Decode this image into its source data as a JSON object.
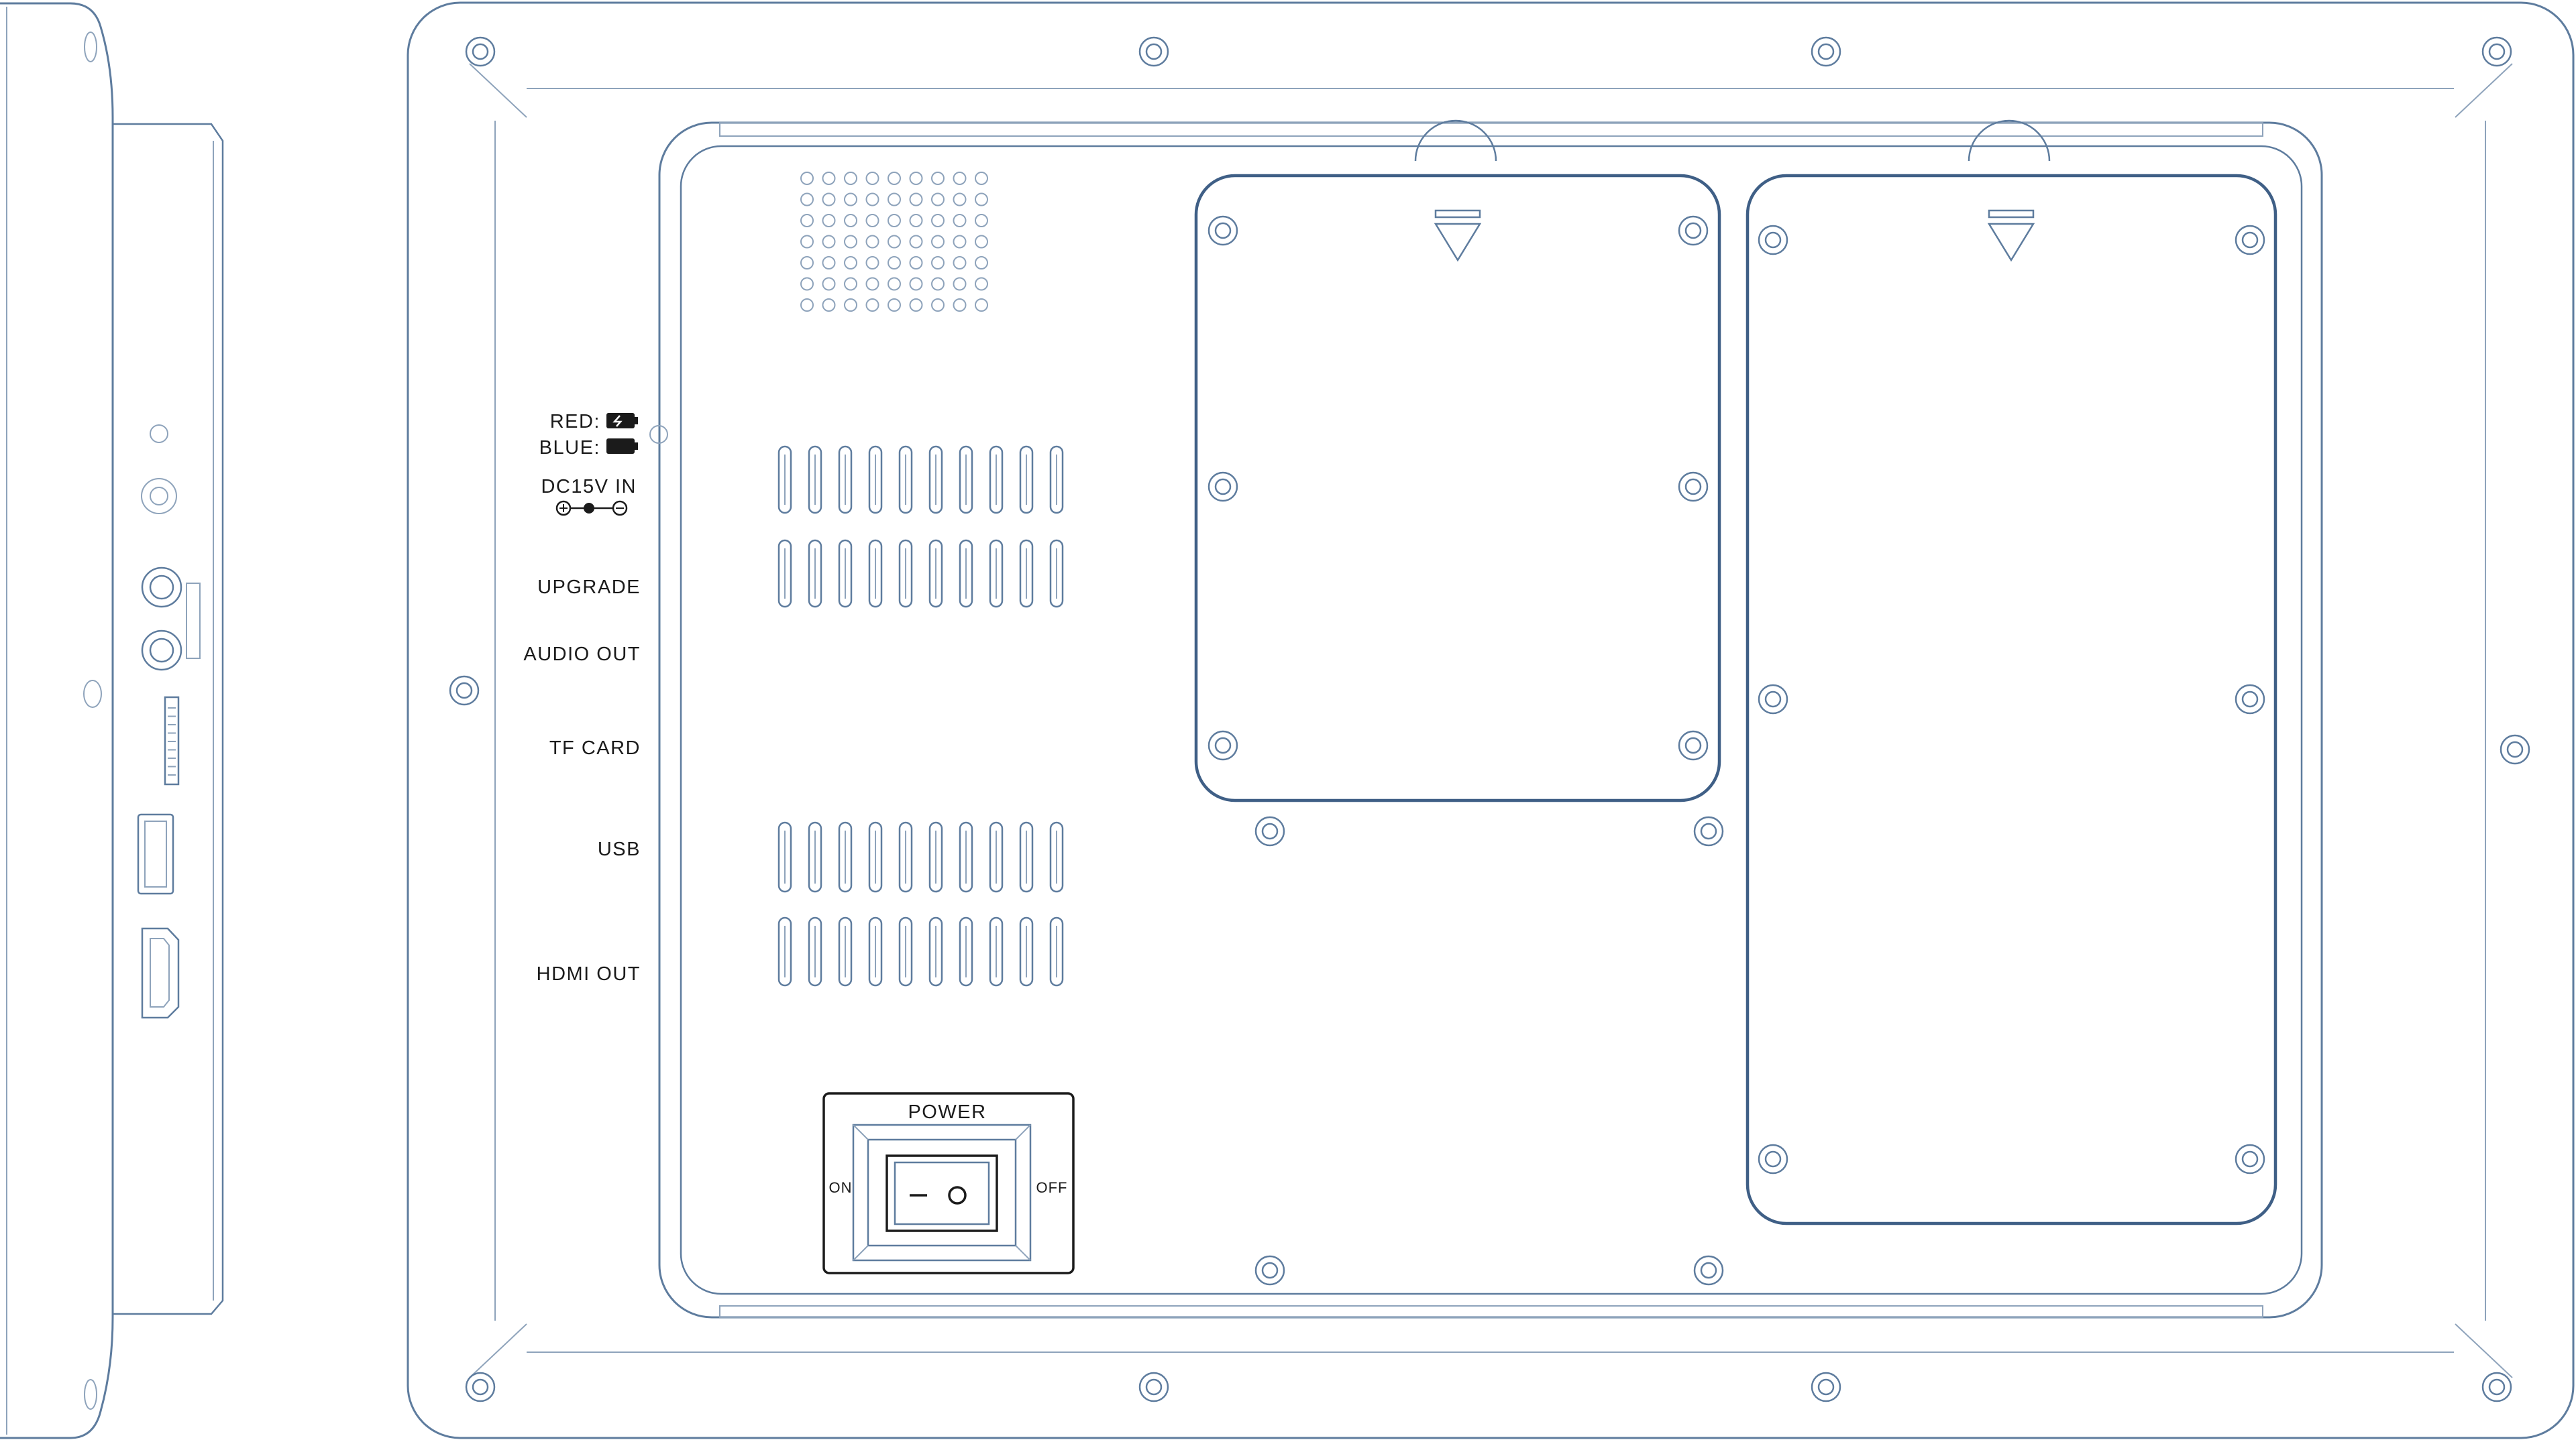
{
  "ports": {
    "red": "RED:",
    "blue": "BLUE:",
    "dc": "DC15V IN",
    "upgrade": "UPGRADE",
    "audio": "AUDIO OUT",
    "tf": "TF CARD",
    "usb": "USB",
    "hdmi": "HDMI OUT"
  },
  "power": {
    "title": "POWER",
    "on": "ON",
    "off": "OFF"
  },
  "colors": {
    "line": "#5e7c9e",
    "door": "#3f5f86",
    "label": "#1b1b1b"
  }
}
